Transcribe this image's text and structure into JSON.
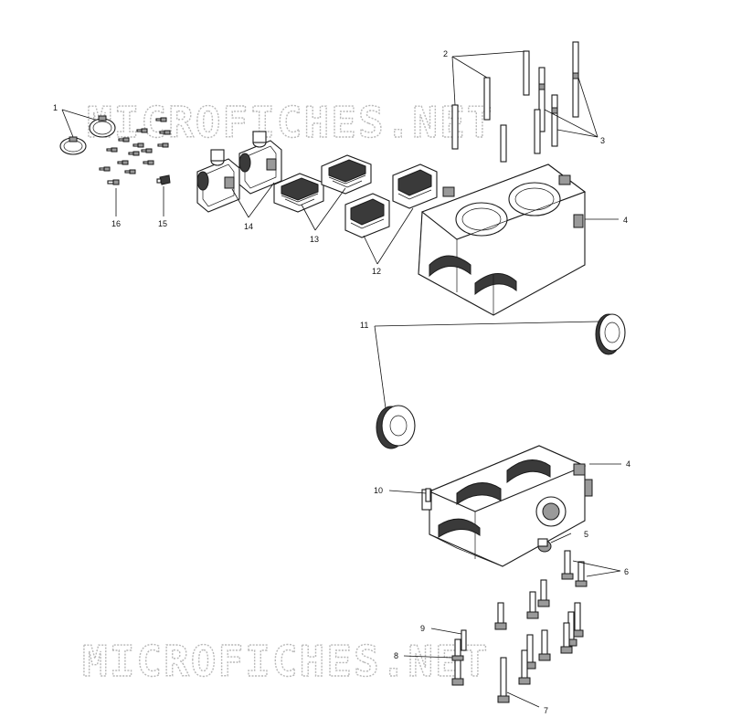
{
  "watermark": "MICROFICHES.NET",
  "callouts": {
    "c1": "1",
    "c2": "2",
    "c3": "3",
    "c4a": "4",
    "c4b": "4",
    "c5": "5",
    "c6": "6",
    "c7": "7",
    "c8": "8",
    "c9": "9",
    "c10": "10",
    "c11": "11",
    "c12": "12",
    "c13": "13",
    "c14": "14",
    "c15": "15",
    "c16": "16"
  }
}
